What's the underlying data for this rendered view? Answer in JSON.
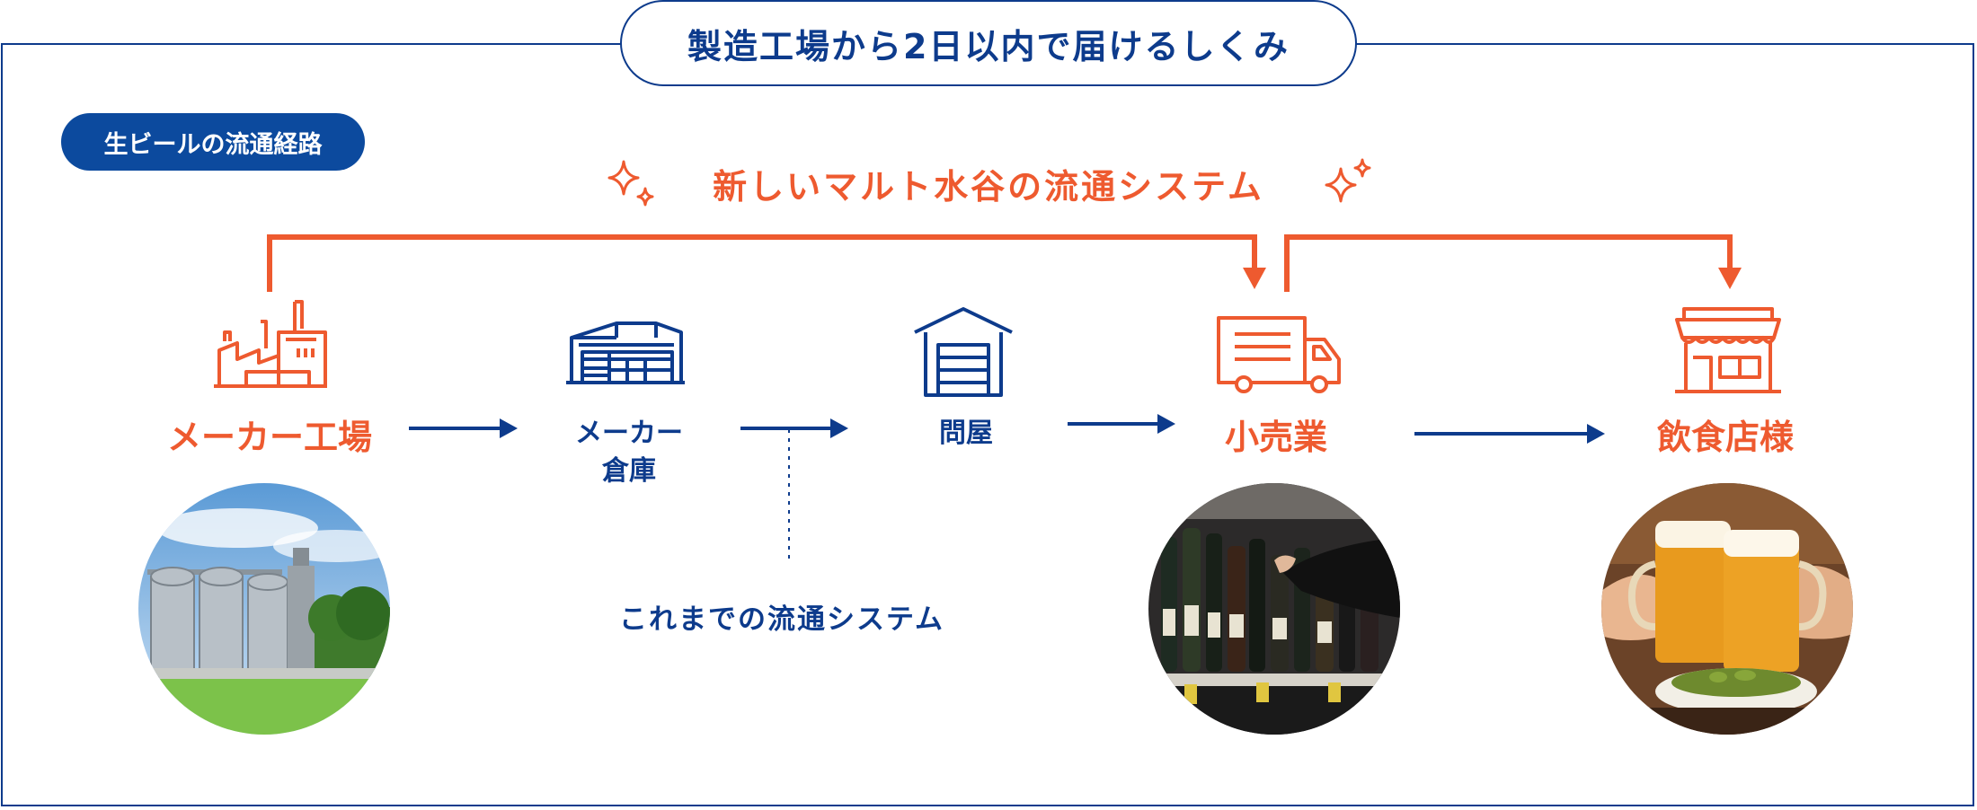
{
  "header": {
    "title": "製造工場から2日以内で届けるしくみ"
  },
  "badge": {
    "label": "生ビールの流通経路"
  },
  "new_system": {
    "title": "新しいマルト水谷の流通システム"
  },
  "old_system": {
    "title": "これまでの流通システム"
  },
  "nodes": [
    {
      "id": "factory",
      "label": "メーカー工場",
      "icon": "factory-icon",
      "highlight": true
    },
    {
      "id": "warehouse",
      "label_line1": "メーカー",
      "label_line2": "倉庫",
      "icon": "warehouse-icon",
      "highlight": false
    },
    {
      "id": "wholesaler",
      "label": "問屋",
      "icon": "garage-icon",
      "highlight": false
    },
    {
      "id": "retailer",
      "label": "小売業",
      "icon": "truck-icon",
      "highlight": true
    },
    {
      "id": "restaurant",
      "label": "飲食店様",
      "icon": "store-icon",
      "highlight": true
    }
  ],
  "colors": {
    "orange": "#ee5a2f",
    "navy": "#0d3b8c",
    "badge_blue": "#0c4a9e"
  }
}
